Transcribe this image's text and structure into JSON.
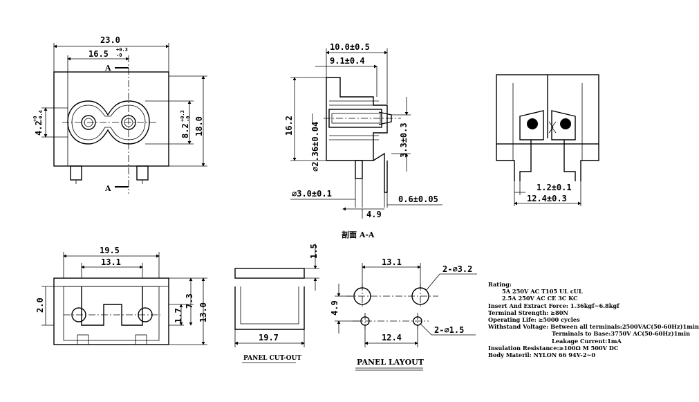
{
  "front_view": {
    "dim_width": "23.0",
    "dim_inner": "16.5",
    "dim_inner_tol_upper": "+0.3",
    "dim_inner_tol_lower": "-0",
    "section_mark_top": "A",
    "section_mark_bottom": "A",
    "dim_left_height": "4.2",
    "dim_left_tol_upper": "+0",
    "dim_left_tol_lower": "-0.4",
    "dim_right_inner": "8.2",
    "dim_right_tol_upper": "+0.3",
    "dim_right_tol_lower": "-0",
    "dim_height": "18.0"
  },
  "section_view": {
    "dim_top_1": "10.0±0.5",
    "dim_top_2": "9.1±0.4",
    "dim_height": "16.2",
    "dim_pin": "∅2.36±0.04",
    "dim_pin_right": "3.3±0.3",
    "dim_pin_dia": "∅3.0±0.1",
    "dim_pin_thick": "0.6±0.05",
    "dim_bottom": "4.9",
    "caption": "剖面 A-A"
  },
  "side_view": {
    "dim_pitch": "1.2±0.1",
    "dim_width": "12.4±0.3"
  },
  "bottom_view": {
    "dim_width": "19.5",
    "dim_inner": "13.1",
    "dim_left": "2.0",
    "dim_1": "1.7",
    "dim_2": "7.3",
    "dim_3": "13.0"
  },
  "panel_cutout": {
    "dim_thick": "1.5",
    "dim_width": "19.7",
    "caption": "PANEL CUT-OUT"
  },
  "panel_layout": {
    "dim_top": "13.1",
    "dim_hole_large": "2-∅3.2",
    "dim_height": "4.9",
    "dim_hole_small": "2-∅1.5",
    "dim_bottom": "12.4",
    "caption": "PANEL LAYOUT"
  },
  "specs": {
    "rating_label": "Rating:",
    "rating_1": "5A 250V AC T105 UL cUL",
    "rating_2": "2.5A 250V AC CE 3C KC",
    "insert_force": "Insert And Extract Force: 1.36kgf~6.8kgf",
    "terminal_strength": "Terminal Strength: ≥80N",
    "operating_life": "Operating Life: ≥5000 cycles",
    "withstand_1": "Withstand Voltage: Between all terminals:2500VAC(50-60Hz)1min",
    "withstand_2": "Terminals to Base:3750V AC(50-60Hz)1min",
    "withstand_3": "Leakage Current:1mA",
    "insulation": "Insulation Resistance:≥100Ω M 500V DC",
    "body_material": "Body Materil: NYLON 66 94V-2~0"
  }
}
